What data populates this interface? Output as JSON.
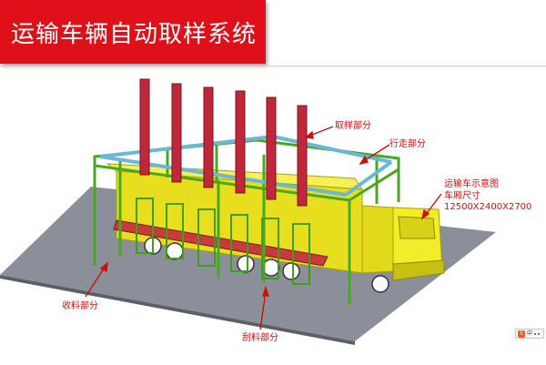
{
  "title": "运输车辆自动取样系统",
  "labels": {
    "sampling": "取样部分",
    "walking": "行走部分",
    "truck_title": "运输车示意图",
    "truck_size_label": "车厢尺寸",
    "truck_size_value": "12500X2400X2700",
    "collecting": "收料部分",
    "scraping": "刮料部分"
  },
  "ime": {
    "logo": "S",
    "text": "中"
  },
  "colors": {
    "banner": "#e0101a",
    "frame": "#5fbf32",
    "truck": "#f2ec2a",
    "probe": "#c0283a",
    "rail": "#76c7e0",
    "floor": "#8a8f99",
    "callout": "#cc1010"
  }
}
